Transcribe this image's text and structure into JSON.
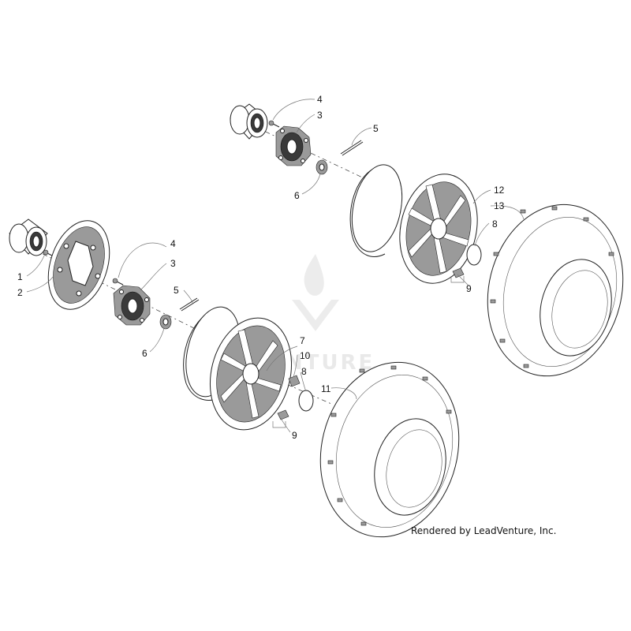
{
  "watermark": {
    "text": "VENTURE"
  },
  "credit": "Rendered by LeadVenture, Inc.",
  "callouts": {
    "c1": "1",
    "c2": "2",
    "c3a": "3",
    "c3b": "3",
    "c4a": "4",
    "c4b": "4",
    "c5a": "5",
    "c5b": "5",
    "c6a": "6",
    "c6b": "6",
    "c7": "7",
    "c8a": "8",
    "c8b": "8",
    "c9a": "9",
    "c9b": "9",
    "c10": "10",
    "c11": "11",
    "c12": "12",
    "c13": "13"
  }
}
